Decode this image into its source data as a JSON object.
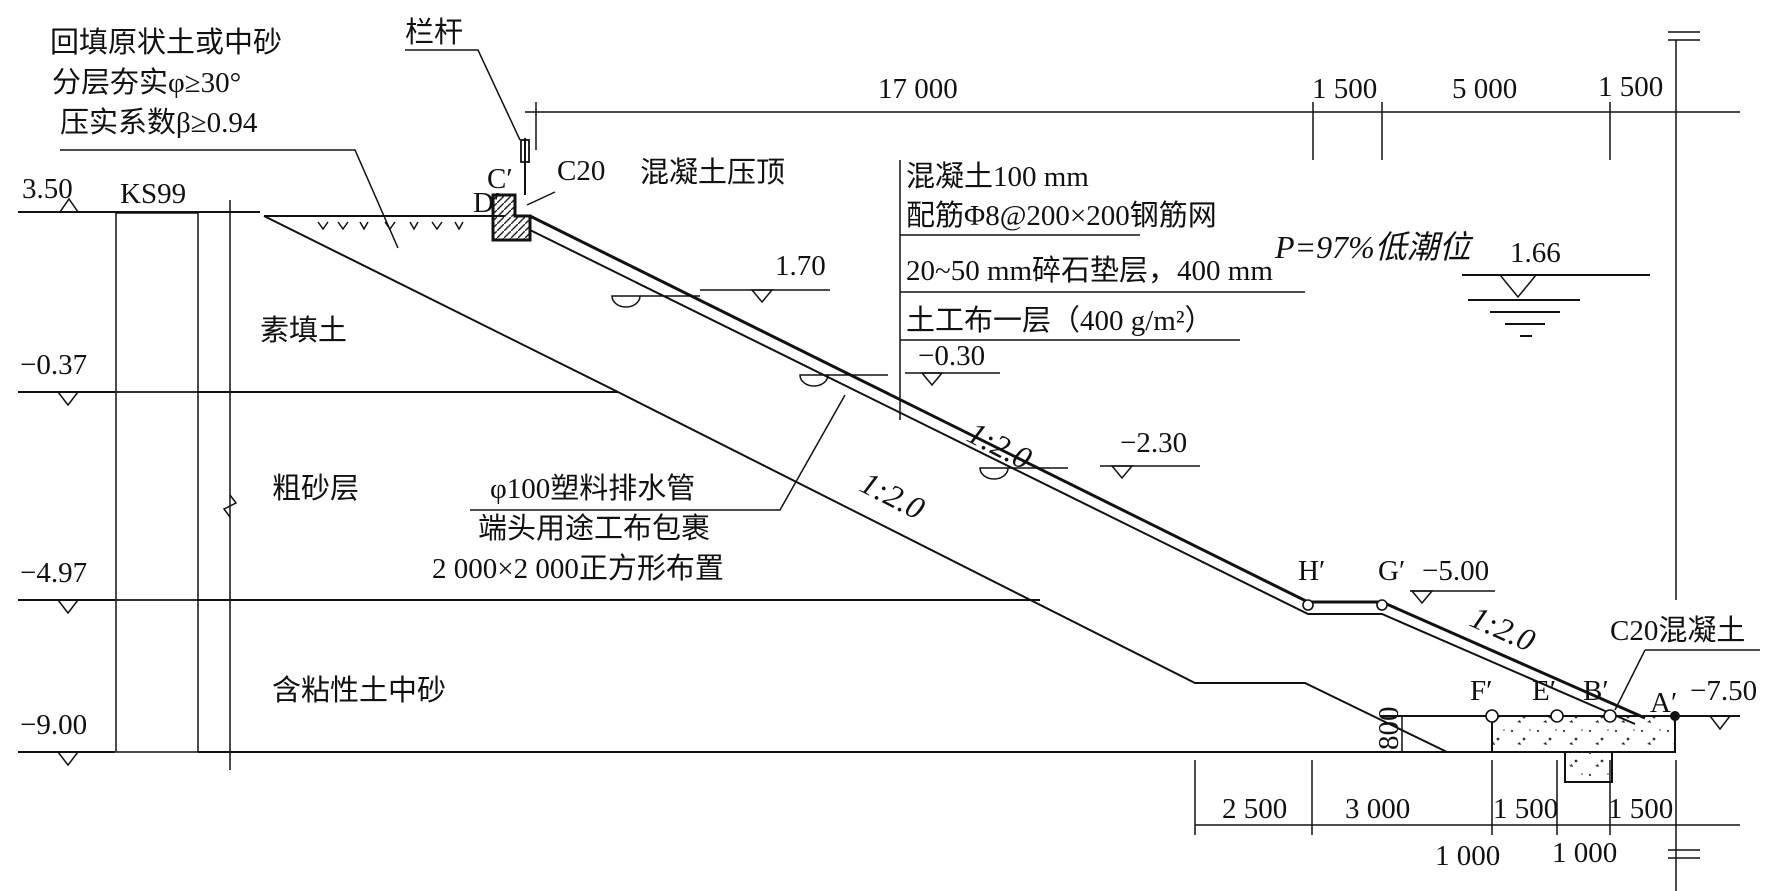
{
  "backfill_note": {
    "line1": "回填原状土或中砂",
    "line2": "分层夯实φ≥30°",
    "line3": "压实系数β≥0.94"
  },
  "railing": "栏杆",
  "crest": {
    "grade": "C20",
    "name": "混凝土压顶",
    "point_c": "C′",
    "point_d": "D′"
  },
  "borehole": {
    "name": "KS99"
  },
  "levels": {
    "top": "3.50",
    "l1": "−0.37",
    "l2": "−4.97",
    "l3": "−9.00",
    "slope_a": "1.70",
    "slope_b": "−0.30",
    "slope_c": "−2.30",
    "berm": "−5.00",
    "toe": "−7.50",
    "water": "1.66"
  },
  "layers": {
    "fill": "素填土",
    "coarse_sand": "粗砂层",
    "clay_sand": "含粘性土中砂"
  },
  "lining": {
    "l1": "混凝土100 mm",
    "l2": "配筋Φ8@200×200钢筋网",
    "l3": "20~50 mm碎石垫层，400 mm",
    "l4": "土工布一层（400 g/m²）"
  },
  "water_label": "P=97%低潮位",
  "slopes": {
    "upper": "1:2.0",
    "inner": "1:2.0",
    "lower": "1:2.0"
  },
  "drain": {
    "l1": "φ100塑料排水管",
    "l2": "端头用途工布包裹",
    "l3": "2 000×2 000正方形布置"
  },
  "points": {
    "h": "H′",
    "g": "G′",
    "f": "F′",
    "e": "E′",
    "b": "B′",
    "a": "A′"
  },
  "toe_concrete": "C20混凝土",
  "dims_top": {
    "d1": "17 000",
    "d2": "1 500",
    "d3": "5 000",
    "d4": "1 500"
  },
  "dims_bottom": {
    "d1": "2 500",
    "d2": "3 000",
    "d3": "1 500",
    "d4": "1 500",
    "d5": "1 000",
    "d6": "1 000"
  },
  "toe_height": "800"
}
